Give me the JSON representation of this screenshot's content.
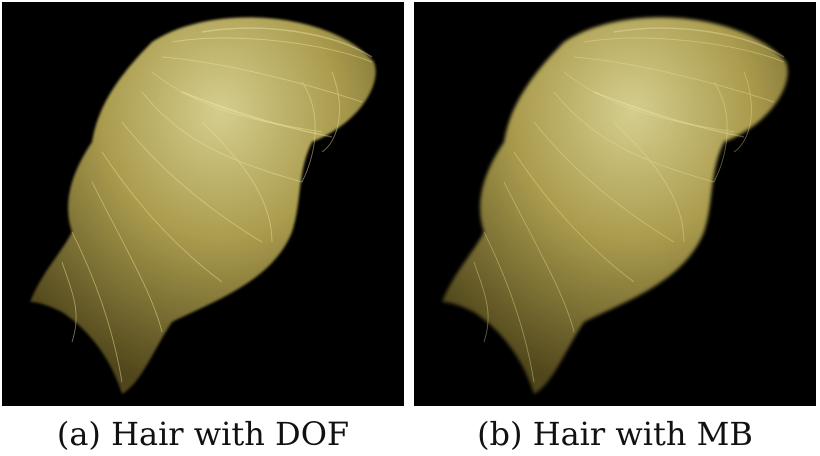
{
  "figure": {
    "panels": [
      {
        "id": "a",
        "caption": "(a) Hair with DOF",
        "effect": "depth-of-field"
      },
      {
        "id": "b",
        "caption": "(b) Hair with MB",
        "effect": "motion-blur"
      }
    ],
    "colors": {
      "background": "#000000",
      "hair_light": "#fbf2a8",
      "hair_mid": "#c9b85c",
      "hair_dark": "#5d5220"
    }
  }
}
